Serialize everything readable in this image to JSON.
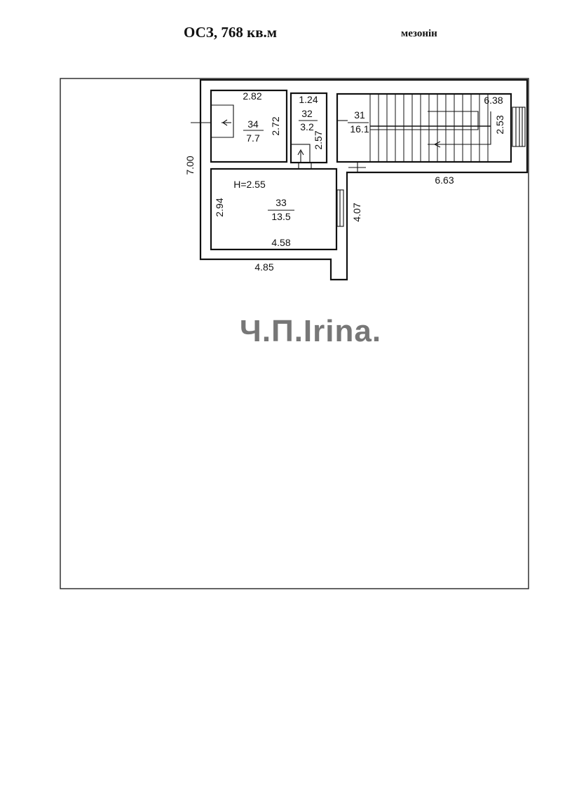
{
  "header": {
    "title": "ОСЗ, 768 кв.м",
    "floor": "мезонін"
  },
  "watermark": "Ч.П.Irina.",
  "plan": {
    "height_label": "H=2.55",
    "outer_dims": {
      "height_left": "7.00",
      "bottom_width": "4.85",
      "right_length": "6.63",
      "corridor_height": "4.07"
    },
    "rooms": [
      {
        "number": "34",
        "area": "7.7",
        "width": "2.82",
        "depth": "2.72"
      },
      {
        "number": "32",
        "area": "3.2",
        "width": "1.24",
        "depth": "2.57"
      },
      {
        "number": "31",
        "area": "16.1",
        "width": "6.38",
        "depth": "2.53"
      },
      {
        "number": "33",
        "area": "13.5",
        "width": "4.58",
        "depth": "2.94"
      }
    ]
  }
}
